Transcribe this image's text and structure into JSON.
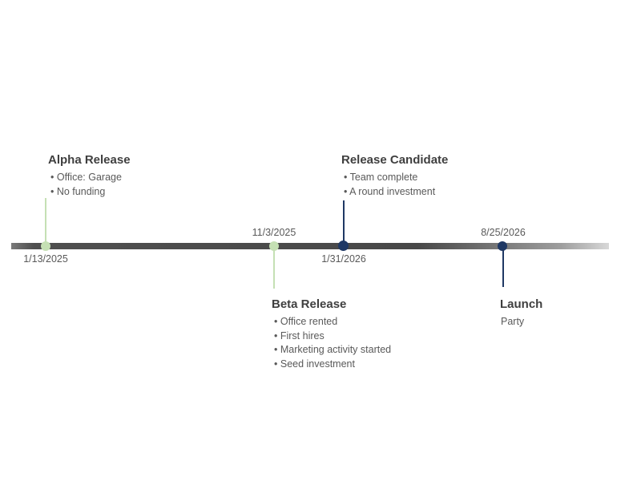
{
  "timeline": {
    "colors": {
      "green_marker": "#c5e0b4",
      "navy_marker": "#1f3864",
      "bar_gray": "#4a4a4a",
      "title_text": "#3f3f3f",
      "body_text": "#595959"
    },
    "milestones": [
      {
        "title": "Alpha Release",
        "date": "1/13/2025",
        "side": "above",
        "marker_color": "#c5e0b4",
        "bullets": [
          "Office: Garage",
          "No funding"
        ]
      },
      {
        "title": "Beta Release",
        "date": "11/3/2025",
        "side": "below",
        "marker_color": "#c5e0b4",
        "bullets": [
          "Office rented",
          "First hires",
          "Marketing activity started",
          "Seed investment"
        ]
      },
      {
        "title": "Release Candidate",
        "date": "1/31/2026",
        "side": "above",
        "marker_color": "#1f3864",
        "bullets": [
          "Team complete",
          "A round investment"
        ]
      },
      {
        "title": "Launch",
        "date": "8/25/2026",
        "side": "below",
        "marker_color": "#1f3864",
        "bullets": [],
        "description": "Party"
      }
    ]
  }
}
